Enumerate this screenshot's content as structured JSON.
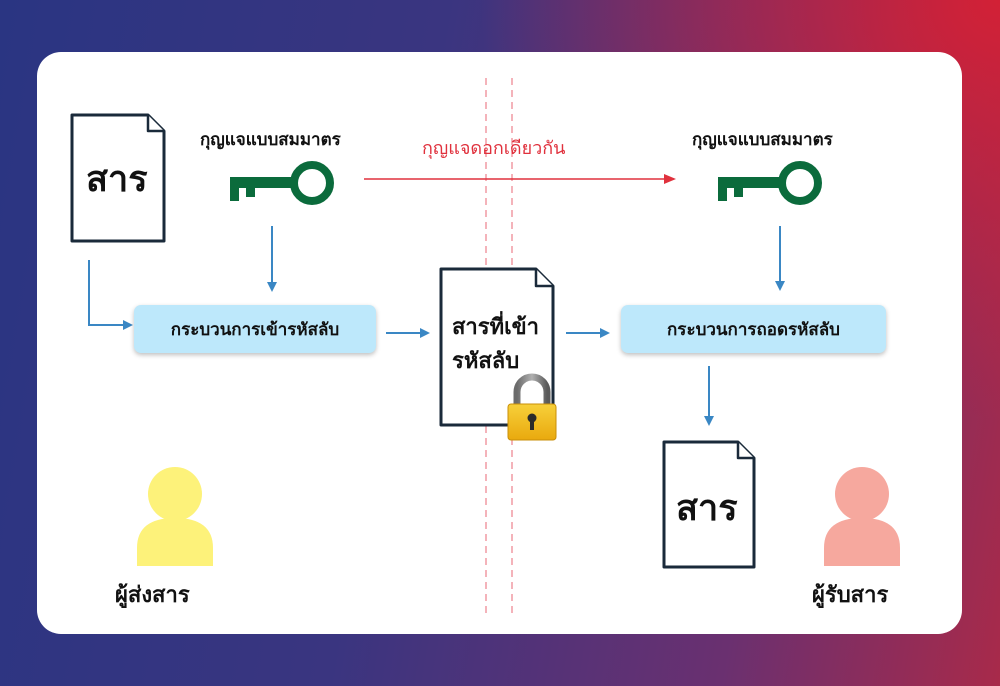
{
  "sender": {
    "document_label": "สาร",
    "key_label": "กุญแจแบบสมมาตร",
    "process_label": "กระบวนการเข้ารหัสลับ",
    "person_label": "ผู้ส่งสาร"
  },
  "shared_key_label": "กุญแจดอกเดียวกัน",
  "encrypted": {
    "line1": "สารที่เข้า",
    "line2": "รหัสลับ"
  },
  "receiver": {
    "key_label": "กุญแจแบบสมมาตร",
    "process_label": "กระบวนการถอดรหัสลับ",
    "document_label": "สาร",
    "person_label": "ผู้รับสาร"
  },
  "colors": {
    "key": "#0b6b3c",
    "arrow": "#3a87c4",
    "shared_arrow": "#e0313d",
    "divider": "#ef8a94",
    "sender_person": "#fdf27a",
    "receiver_person": "#f6a89e",
    "lock_body": "#f3c318",
    "process_box": "#bde8fb"
  },
  "icons": [
    "document-icon",
    "key-icon",
    "lock-icon",
    "person-icon"
  ]
}
